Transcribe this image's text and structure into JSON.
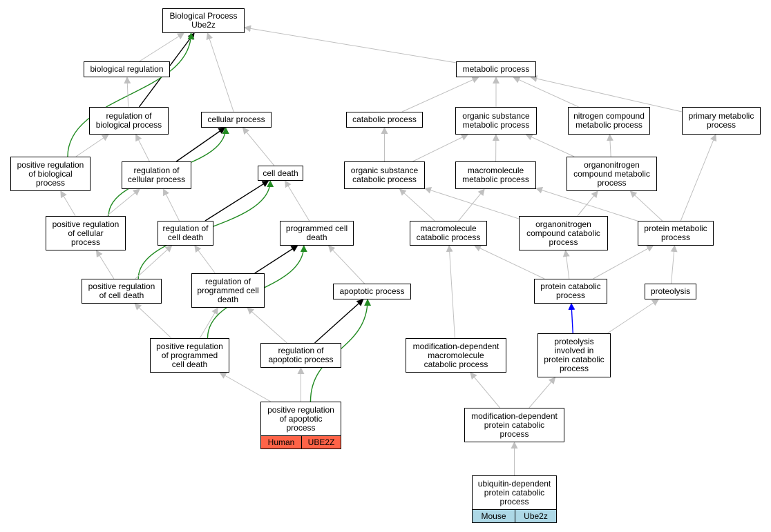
{
  "colors": {
    "edge_default": "#c0c0c0",
    "edge_black": "#000000",
    "edge_green": "#228b22",
    "edge_blue": "#0000ff",
    "human_tag": "#ff6347",
    "mouse_tag": "#add8e6"
  },
  "nodes": [
    {
      "id": "bp",
      "label": "Biological Process\nUbe2z"
    },
    {
      "id": "br",
      "label": "biological regulation"
    },
    {
      "id": "mp",
      "label": "metabolic process"
    },
    {
      "id": "rbp",
      "label": "regulation of\nbiological process"
    },
    {
      "id": "cp",
      "label": "cellular process"
    },
    {
      "id": "catp",
      "label": "catabolic process"
    },
    {
      "id": "osmp",
      "label": "organic substance\nmetabolic process"
    },
    {
      "id": "ncmp",
      "label": "nitrogen compound\nmetabolic process"
    },
    {
      "id": "pmp",
      "label": "primary metabolic\nprocess"
    },
    {
      "id": "prbp",
      "label": "positive regulation\nof biological\nprocess"
    },
    {
      "id": "rcp",
      "label": "regulation of\ncellular process"
    },
    {
      "id": "cd",
      "label": "cell death"
    },
    {
      "id": "oscp",
      "label": "organic substance\ncatabolic process"
    },
    {
      "id": "mmp",
      "label": "macromolecule\nmetabolic process"
    },
    {
      "id": "ocmp",
      "label": "organonitrogen\ncompound metabolic\nprocess"
    },
    {
      "id": "prcp",
      "label": "positive regulation\nof cellular\nprocess"
    },
    {
      "id": "rcd",
      "label": "regulation of\ncell death"
    },
    {
      "id": "pcd",
      "label": "programmed cell\ndeath"
    },
    {
      "id": "mcp",
      "label": "macromolecule\ncatabolic process"
    },
    {
      "id": "occp",
      "label": "organonitrogen\ncompound catabolic\nprocess"
    },
    {
      "id": "prmp",
      "label": "protein metabolic\nprocess"
    },
    {
      "id": "prcd",
      "label": "positive regulation\nof cell death"
    },
    {
      "id": "rpcd",
      "label": "regulation of\nprogrammed cell\ndeath"
    },
    {
      "id": "ap",
      "label": "apoptotic process"
    },
    {
      "id": "pcatp",
      "label": "protein catabolic\nprocess"
    },
    {
      "id": "prot",
      "label": "proteolysis"
    },
    {
      "id": "prpcd",
      "label": "positive regulation\nof programmed\ncell death"
    },
    {
      "id": "rap",
      "label": "regulation of\napoptotic process"
    },
    {
      "id": "mdmcp",
      "label": "modification-dependent\nmacromolecule\ncatabolic process"
    },
    {
      "id": "pipcp",
      "label": "proteolysis\ninvolved in\nprotein catabolic\nprocess"
    },
    {
      "id": "prap",
      "label": "positive regulation\nof apoptotic\nprocess"
    },
    {
      "id": "mdpcp",
      "label": "modification-dependent\nprotein catabolic\nprocess"
    },
    {
      "id": "udpcp",
      "label": "ubiquitin-dependent\nprotein catabolic\nprocess"
    }
  ],
  "tags": [
    {
      "node": "prap",
      "left": "Human",
      "right": "UBE2Z",
      "color": "#ff6347"
    },
    {
      "node": "udpcp",
      "left": "Mouse",
      "right": "Ube2z",
      "color": "#add8e6"
    }
  ],
  "edges": [
    {
      "from": "br",
      "to": "bp",
      "kind": "default"
    },
    {
      "from": "rbp",
      "to": "bp",
      "kind": "black"
    },
    {
      "from": "cp",
      "to": "bp",
      "kind": "default"
    },
    {
      "from": "mp",
      "to": "bp",
      "kind": "default"
    },
    {
      "from": "prbp",
      "to": "bp",
      "kind": "green"
    },
    {
      "from": "rbp",
      "to": "br",
      "kind": "default"
    },
    {
      "from": "catp",
      "to": "mp",
      "kind": "default"
    },
    {
      "from": "osmp",
      "to": "mp",
      "kind": "default"
    },
    {
      "from": "ncmp",
      "to": "mp",
      "kind": "default"
    },
    {
      "from": "pmp",
      "to": "mp",
      "kind": "default"
    },
    {
      "from": "prbp",
      "to": "rbp",
      "kind": "default"
    },
    {
      "from": "rcp",
      "to": "rbp",
      "kind": "default"
    },
    {
      "from": "rcp",
      "to": "cp",
      "kind": "black"
    },
    {
      "from": "cd",
      "to": "cp",
      "kind": "default"
    },
    {
      "from": "prcp",
      "to": "cp",
      "kind": "green"
    },
    {
      "from": "oscp",
      "to": "catp",
      "kind": "default"
    },
    {
      "from": "oscp",
      "to": "osmp",
      "kind": "default"
    },
    {
      "from": "mmp",
      "to": "osmp",
      "kind": "default"
    },
    {
      "from": "ocmp",
      "to": "osmp",
      "kind": "default"
    },
    {
      "from": "ocmp",
      "to": "ncmp",
      "kind": "default"
    },
    {
      "from": "prmp",
      "to": "pmp",
      "kind": "default"
    },
    {
      "from": "prcp",
      "to": "prbp",
      "kind": "default"
    },
    {
      "from": "prcp",
      "to": "rcp",
      "kind": "default"
    },
    {
      "from": "rcd",
      "to": "rcp",
      "kind": "default"
    },
    {
      "from": "rcd",
      "to": "cd",
      "kind": "black"
    },
    {
      "from": "pcd",
      "to": "cd",
      "kind": "default"
    },
    {
      "from": "prcd",
      "to": "cd",
      "kind": "green"
    },
    {
      "from": "mcp",
      "to": "oscp",
      "kind": "default"
    },
    {
      "from": "occp",
      "to": "oscp",
      "kind": "default"
    },
    {
      "from": "mcp",
      "to": "mmp",
      "kind": "default"
    },
    {
      "from": "prmp",
      "to": "mmp",
      "kind": "default"
    },
    {
      "from": "occp",
      "to": "ocmp",
      "kind": "default"
    },
    {
      "from": "prmp",
      "to": "ocmp",
      "kind": "default"
    },
    {
      "from": "prcd",
      "to": "prcp",
      "kind": "default"
    },
    {
      "from": "prcd",
      "to": "rcd",
      "kind": "default"
    },
    {
      "from": "rpcd",
      "to": "rcd",
      "kind": "default"
    },
    {
      "from": "rpcd",
      "to": "pcd",
      "kind": "black"
    },
    {
      "from": "ap",
      "to": "pcd",
      "kind": "default"
    },
    {
      "from": "prpcd",
      "to": "pcd",
      "kind": "green"
    },
    {
      "from": "pcatp",
      "to": "mcp",
      "kind": "default"
    },
    {
      "from": "mdmcp",
      "to": "mcp",
      "kind": "default"
    },
    {
      "from": "pcatp",
      "to": "occp",
      "kind": "default"
    },
    {
      "from": "pcatp",
      "to": "prmp",
      "kind": "default"
    },
    {
      "from": "prot",
      "to": "prmp",
      "kind": "default"
    },
    {
      "from": "prpcd",
      "to": "prcd",
      "kind": "default"
    },
    {
      "from": "prpcd",
      "to": "rpcd",
      "kind": "default"
    },
    {
      "from": "rap",
      "to": "rpcd",
      "kind": "default"
    },
    {
      "from": "rap",
      "to": "ap",
      "kind": "black"
    },
    {
      "from": "prap",
      "to": "ap",
      "kind": "green"
    },
    {
      "from": "pipcp",
      "to": "pcatp",
      "kind": "blue"
    },
    {
      "from": "pipcp",
      "to": "prot",
      "kind": "default"
    },
    {
      "from": "prap",
      "to": "prpcd",
      "kind": "default"
    },
    {
      "from": "prap",
      "to": "rap",
      "kind": "default"
    },
    {
      "from": "mdpcp",
      "to": "mdmcp",
      "kind": "default"
    },
    {
      "from": "mdpcp",
      "to": "pipcp",
      "kind": "default"
    },
    {
      "from": "udpcp",
      "to": "mdpcp",
      "kind": "default"
    }
  ]
}
